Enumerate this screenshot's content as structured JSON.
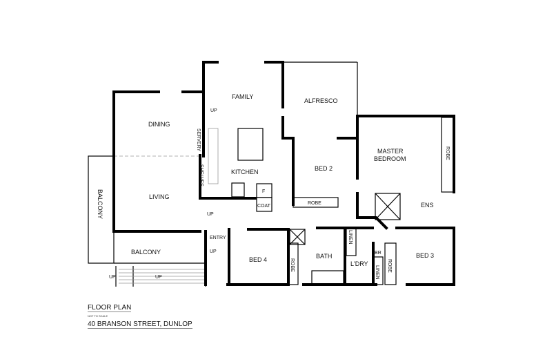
{
  "title_block": {
    "heading": "FLOOR PLAN",
    "note": "NOT TO SCALE",
    "address": "40 BRANSON STREET, DUNLOP"
  },
  "rooms": {
    "family": "FAMILY",
    "alfresco": "ALFRESCO",
    "dining": "DINING",
    "kitchen": "KITCHEN",
    "servery": "SERVERY",
    "shelves": "SHELVES",
    "fridge": "F",
    "coat": "COAT",
    "living": "LIVING",
    "balcony_side": "BALCONY",
    "balcony_front": "BALCONY",
    "entry": "ENTRY",
    "bed2": "BED 2",
    "robe_bed2": "ROBE",
    "master_line1": "MASTER",
    "master_line2": "BEDROOM",
    "robe_master": "ROBE",
    "ens": "ENS",
    "bed4": "BED 4",
    "robe_bed4": "ROBE",
    "bath": "BATH",
    "linen1": "LINEN",
    "laundry": "L'DRY",
    "br": "BR",
    "linen2": "LINEN",
    "robe_bed3": "ROBE",
    "bed3": "BED 3"
  },
  "stairs": {
    "up": "UP"
  }
}
